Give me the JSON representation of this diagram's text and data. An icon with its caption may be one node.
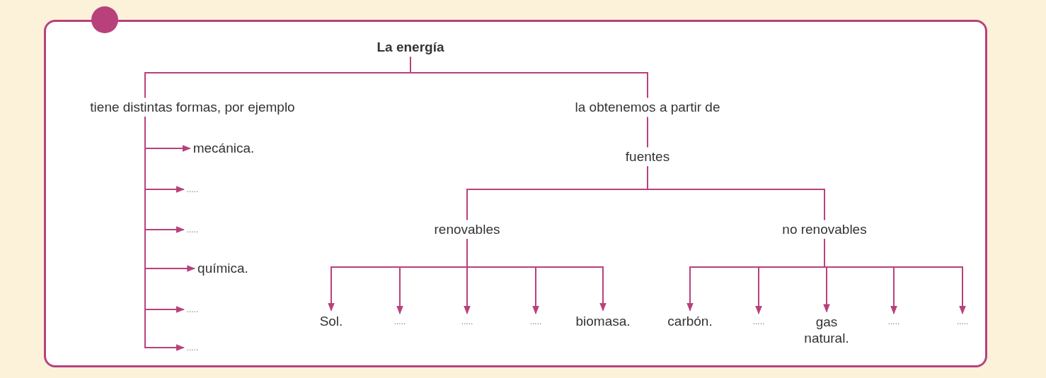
{
  "diagram": {
    "nodes": [
      {
        "text": [
          "La energía"
        ]
      },
      {
        "text": [
          "tiene distintas formas, por ejemplo"
        ]
      },
      {
        "text": [
          "la obtenemos a partir de"
        ]
      },
      {
        "text": [
          "mecánica."
        ]
      },
      {
        "text": [
          "....."
        ]
      },
      {
        "text": [
          "....."
        ]
      },
      {
        "text": [
          "química."
        ]
      },
      {
        "text": [
          "....."
        ]
      },
      {
        "text": [
          "....."
        ]
      },
      {
        "text": [
          "fuentes"
        ]
      },
      {
        "text": [
          "renovables"
        ]
      },
      {
        "text": [
          "no renovables"
        ]
      },
      {
        "text": [
          "Sol."
        ]
      },
      {
        "text": [
          "....."
        ]
      },
      {
        "text": [
          "....."
        ]
      },
      {
        "text": [
          "....."
        ]
      },
      {
        "text": [
          "biomasa."
        ]
      },
      {
        "text": [
          "carbón."
        ]
      },
      {
        "text": [
          "....."
        ]
      },
      {
        "text": [
          "gas natural."
        ]
      },
      {
        "text": [
          "....."
        ]
      },
      {
        "text": [
          "....."
        ]
      }
    ],
    "edges": [
      {
        "from": 0,
        "to": 1,
        "arrow": "none"
      },
      {
        "from": 0,
        "to": 2,
        "arrow": "none"
      },
      {
        "from": 1,
        "to": 3,
        "arrow": "to"
      },
      {
        "from": 1,
        "to": 4,
        "arrow": "to"
      },
      {
        "from": 1,
        "to": 5,
        "arrow": "to"
      },
      {
        "from": 1,
        "to": 6,
        "arrow": "to"
      },
      {
        "from": 1,
        "to": 7,
        "arrow": "to"
      },
      {
        "from": 1,
        "to": 8,
        "arrow": "to"
      },
      {
        "from": 2,
        "to": 9,
        "arrow": "none"
      },
      {
        "from": 9,
        "to": 10,
        "arrow": "none"
      },
      {
        "from": 9,
        "to": 11,
        "arrow": "none"
      },
      {
        "from": 10,
        "to": 12,
        "arrow": "to"
      },
      {
        "from": 10,
        "to": 13,
        "arrow": "to"
      },
      {
        "from": 10,
        "to": 14,
        "arrow": "to"
      },
      {
        "from": 10,
        "to": 15,
        "arrow": "to"
      },
      {
        "from": 10,
        "to": 16,
        "arrow": "to"
      },
      {
        "from": 11,
        "to": 17,
        "arrow": "to"
      },
      {
        "from": 11,
        "to": 18,
        "arrow": "to"
      },
      {
        "from": 11,
        "to": 19,
        "arrow": "to"
      },
      {
        "from": 11,
        "to": 20,
        "arrow": "to"
      },
      {
        "from": 11,
        "to": 21,
        "arrow": "to"
      }
    ]
  }
}
